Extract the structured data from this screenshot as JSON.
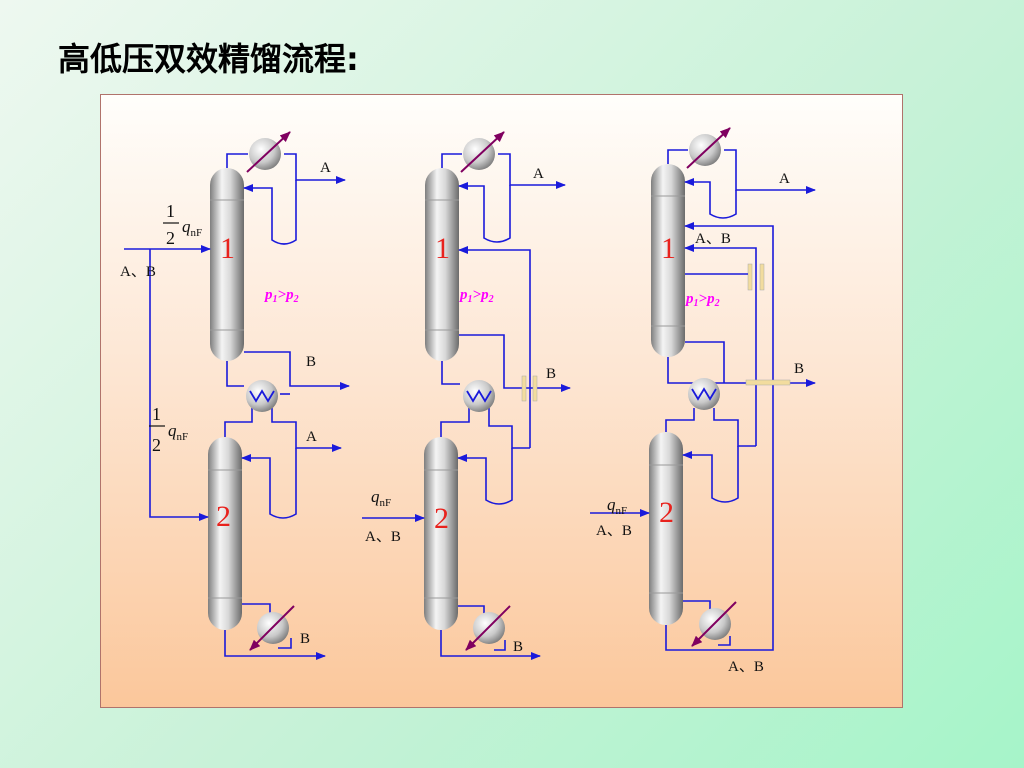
{
  "title": "高低压双效精馏流程:",
  "labels": {
    "a": "A",
    "b": "B",
    "ab": "A、B",
    "column_1": "1",
    "column_2": "2",
    "pressure_p": "p",
    "pressure_sub1": "1",
    "pressure_gt": ">",
    "pressure_sub2": "2",
    "half_num": "1",
    "half_den": "2",
    "feed_q": "q",
    "feed_sub": "nF"
  },
  "colors": {
    "pipe": "#1a1adb",
    "column_number": "#e8221d",
    "pressure_text": "#ff00ff",
    "arrow_through_exchanger": "#800060"
  }
}
